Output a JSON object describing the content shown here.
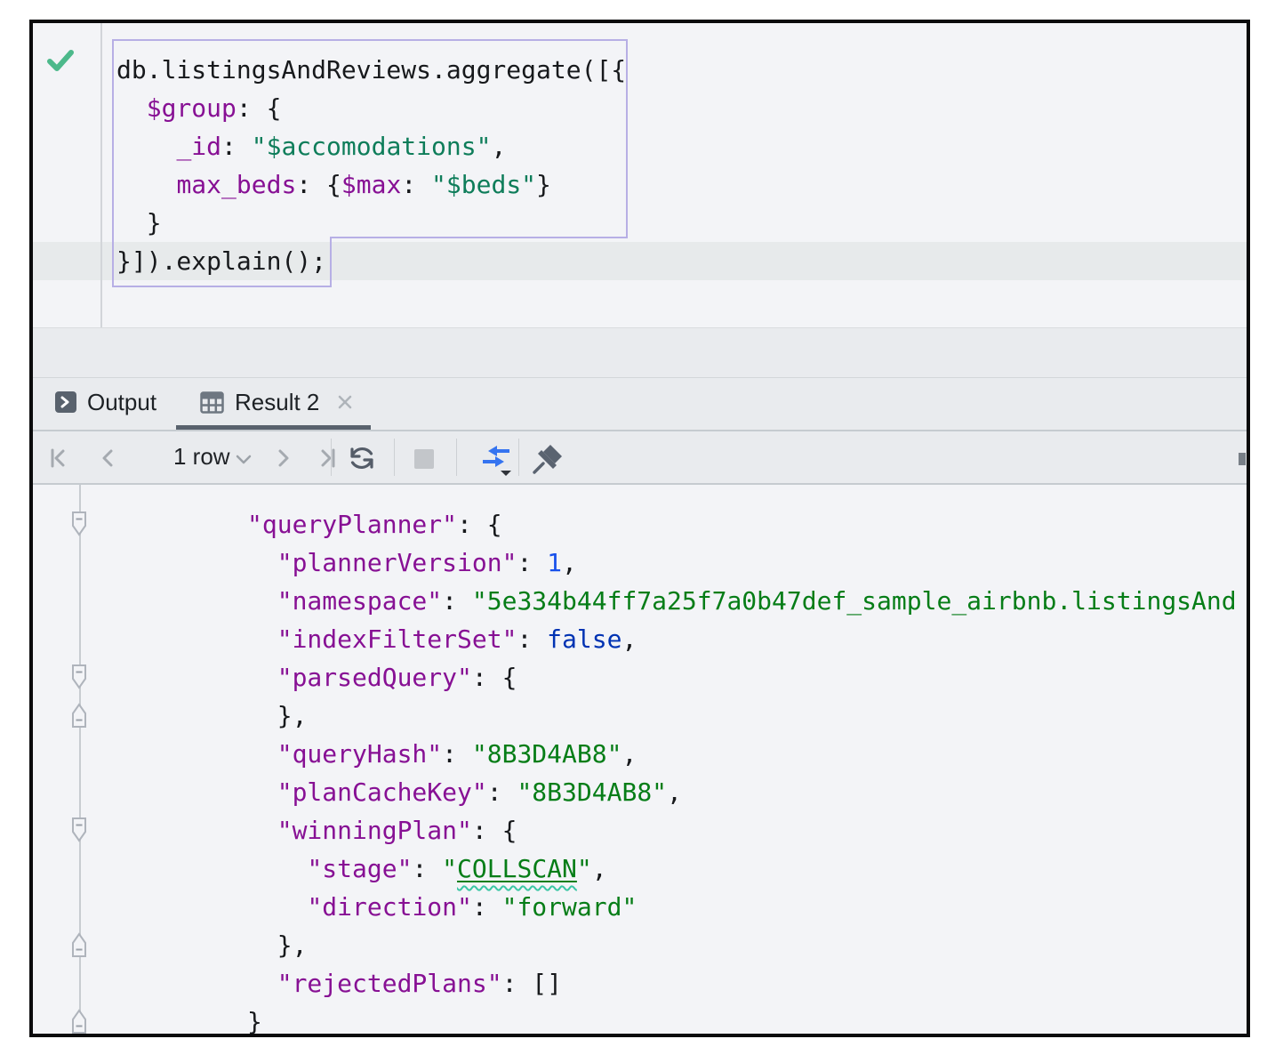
{
  "colors": {
    "bg": "#F3F4F7",
    "chrome": "#E9EBEE",
    "band": "#E7EAEB",
    "stmt": "#B7AFE5",
    "slate": "#59626D",
    "green": "#4CB98B",
    "blue": "#3574F0",
    "key": "#871094",
    "str": "#067D17",
    "estr": "#0E7D5A",
    "num": "#1750EB",
    "kw": "#0033B3",
    "pl": "#17191C",
    "squiggle": "#3BC6A5"
  },
  "editor": {
    "gutter_icon": "statement-executed-check",
    "lines": [
      [
        {
          "t": "db.listingsAndReviews.aggregate([{",
          "c": "pl"
        }
      ],
      [
        {
          "t": "  ",
          "c": "pl"
        },
        {
          "t": "$group",
          "c": "key"
        },
        {
          "t": ": {",
          "c": "pl"
        }
      ],
      [
        {
          "t": "    ",
          "c": "pl"
        },
        {
          "t": "_id",
          "c": "key"
        },
        {
          "t": ": ",
          "c": "pl"
        },
        {
          "t": "\"$accomodations\"",
          "c": "estr"
        },
        {
          "t": ",",
          "c": "pl"
        }
      ],
      [
        {
          "t": "    ",
          "c": "pl"
        },
        {
          "t": "max_beds",
          "c": "key"
        },
        {
          "t": ": {",
          "c": "pl"
        },
        {
          "t": "$max",
          "c": "key"
        },
        {
          "t": ": ",
          "c": "pl"
        },
        {
          "t": "\"$beds\"",
          "c": "estr"
        },
        {
          "t": "}",
          "c": "pl"
        }
      ],
      [
        {
          "t": "  }",
          "c": "pl"
        }
      ],
      [
        {
          "t": "}]).explain();",
          "c": "pl"
        }
      ]
    ]
  },
  "panel": {
    "tabs": [
      {
        "label": "Output",
        "icon": "terminal-icon",
        "active": false
      },
      {
        "label": "Result 2",
        "icon": "table-icon",
        "close_icon": "close-icon",
        "active": true
      }
    ]
  },
  "toolbar": {
    "rows_label": "1 row",
    "icons": [
      "first-page",
      "previous-page",
      "page-size-dropdown",
      "next-page",
      "last-page",
      "reload",
      "stop",
      "converging-arrows-dropdown",
      "pin"
    ]
  },
  "result": {
    "fold_markers": [
      {
        "line": 0,
        "dir": "down"
      },
      {
        "line": 4,
        "dir": "down"
      },
      {
        "line": 5,
        "dir": "up"
      },
      {
        "line": 8,
        "dir": "down"
      },
      {
        "line": 11,
        "dir": "up"
      },
      {
        "line": 13,
        "dir": "up"
      }
    ],
    "lines": [
      [
        {
          "t": "\"queryPlanner\"",
          "c": "key"
        },
        {
          "t": ": {",
          "c": "pl"
        }
      ],
      [
        {
          "t": "  ",
          "c": "pl"
        },
        {
          "t": "\"plannerVersion\"",
          "c": "key"
        },
        {
          "t": ": ",
          "c": "pl"
        },
        {
          "t": "1",
          "c": "num"
        },
        {
          "t": ",",
          "c": "pl"
        }
      ],
      [
        {
          "t": "  ",
          "c": "pl"
        },
        {
          "t": "\"namespace\"",
          "c": "key"
        },
        {
          "t": ": ",
          "c": "pl"
        },
        {
          "t": "\"5e334b44ff7a25f7a0b47def_sample_airbnb.listingsAnd",
          "c": "str"
        }
      ],
      [
        {
          "t": "  ",
          "c": "pl"
        },
        {
          "t": "\"indexFilterSet\"",
          "c": "key"
        },
        {
          "t": ": ",
          "c": "pl"
        },
        {
          "t": "false",
          "c": "kw"
        },
        {
          "t": ",",
          "c": "pl"
        }
      ],
      [
        {
          "t": "  ",
          "c": "pl"
        },
        {
          "t": "\"parsedQuery\"",
          "c": "key"
        },
        {
          "t": ": {",
          "c": "pl"
        }
      ],
      [
        {
          "t": "  },",
          "c": "pl"
        }
      ],
      [
        {
          "t": "  ",
          "c": "pl"
        },
        {
          "t": "\"queryHash\"",
          "c": "key"
        },
        {
          "t": ": ",
          "c": "pl"
        },
        {
          "t": "\"8B3D4AB8\"",
          "c": "str"
        },
        {
          "t": ",",
          "c": "pl"
        }
      ],
      [
        {
          "t": "  ",
          "c": "pl"
        },
        {
          "t": "\"planCacheKey\"",
          "c": "key"
        },
        {
          "t": ": ",
          "c": "pl"
        },
        {
          "t": "\"8B3D4AB8\"",
          "c": "str"
        },
        {
          "t": ",",
          "c": "pl"
        }
      ],
      [
        {
          "t": "  ",
          "c": "pl"
        },
        {
          "t": "\"winningPlan\"",
          "c": "key"
        },
        {
          "t": ": {",
          "c": "pl"
        }
      ],
      [
        {
          "t": "    ",
          "c": "pl"
        },
        {
          "t": "\"stage\"",
          "c": "key"
        },
        {
          "t": ": ",
          "c": "pl"
        },
        {
          "t": "\"",
          "c": "str"
        },
        {
          "t": "COLLSCAN",
          "c": "mis"
        },
        {
          "t": "\"",
          "c": "str"
        },
        {
          "t": ",",
          "c": "pl"
        }
      ],
      [
        {
          "t": "    ",
          "c": "pl"
        },
        {
          "t": "\"direction\"",
          "c": "key"
        },
        {
          "t": ": ",
          "c": "pl"
        },
        {
          "t": "\"forward\"",
          "c": "str"
        }
      ],
      [
        {
          "t": "  },",
          "c": "pl"
        }
      ],
      [
        {
          "t": "  ",
          "c": "pl"
        },
        {
          "t": "\"rejectedPlans\"",
          "c": "key"
        },
        {
          "t": ": []",
          "c": "pl"
        }
      ],
      [
        {
          "t": "}",
          "c": "pl"
        }
      ]
    ]
  }
}
